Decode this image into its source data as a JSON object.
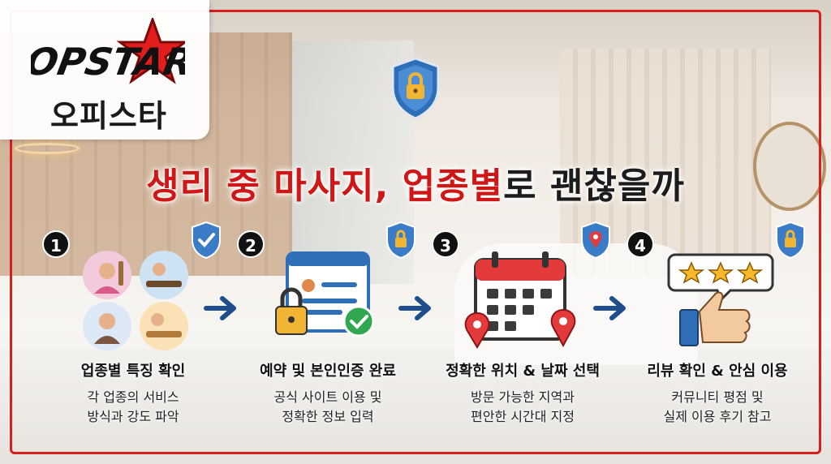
{
  "brand": {
    "logo_text": "OPSTAR",
    "name": "오피스타"
  },
  "headline": {
    "part1": "생리 중 마사지, ",
    "part2": "업종별",
    "part3": "로 괜찮을까"
  },
  "steps": [
    {
      "number": "1",
      "title": "업종별 특징 확인",
      "desc_line1": "각 업종의 서비스",
      "desc_line2": "방식과 강도 파악"
    },
    {
      "number": "2",
      "title": "예약 및 본인인증 완료",
      "desc_line1": "공식 사이트 이용 및",
      "desc_line2": "정확한 정보 입력"
    },
    {
      "number": "3",
      "title": "정확한 위치 & 날짜 선택",
      "desc_line1": "방문 가능한 지역과",
      "desc_line2": "편안한 시간대 지정"
    },
    {
      "number": "4",
      "title": "리뷰 확인 & 안심 이용",
      "desc_line1": "커뮤니티 평점 및",
      "desc_line2": "실제 이용 후기 참고"
    }
  ],
  "icons": {
    "top": "shield-lock-icon",
    "step1_badge": "shield-check-icon",
    "step2_badge": "shield-lock-icon",
    "step3_badge": "shield-location-icon",
    "step4_badge": "shield-lock-icon"
  },
  "colors": {
    "accent": "#cf1717",
    "text": "#1c1c1c",
    "shield": "#2f6fb8",
    "arrow": "#1f4e8c"
  }
}
